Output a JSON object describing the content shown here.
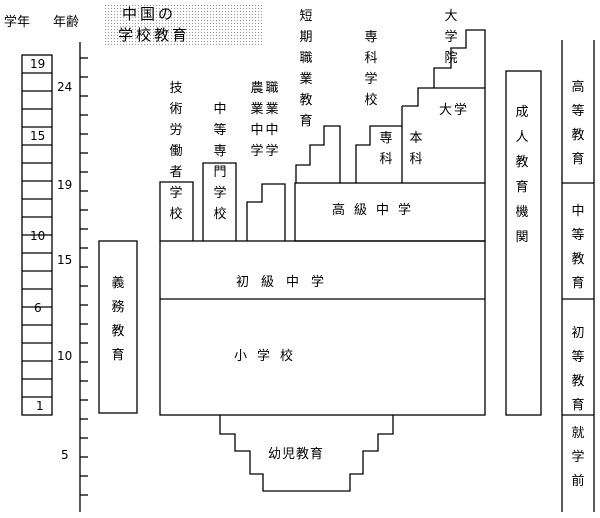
{
  "header": {
    "grade_label": "学年",
    "age_label": "年齢",
    "title_line1": "中国の",
    "title_line2": "学校教育"
  },
  "grade_ticks": [
    "19",
    "15",
    "10",
    "6",
    "1"
  ],
  "age_ticks": [
    "24",
    "19",
    "15",
    "10",
    "5"
  ],
  "schools": {
    "compulsory": "義務教育",
    "technical_worker": "技術労働者学校",
    "secondary_specialized": "中等専門学校",
    "vocational_agri": "農業中学",
    "vocational_ind": "職業中学",
    "short_vocational": "短期職業教育",
    "specialized_school": "専科学校",
    "graduate": "大学院",
    "university": "大学",
    "undergrad": "本科",
    "specialized": "専科",
    "senior_high": "高級中学",
    "junior_high": "初級中学",
    "primary": "小学校",
    "kindergarten": "幼児教育",
    "adult_education": "成人教育機関"
  },
  "levels": {
    "higher": "高等教育",
    "secondary": "中等教育",
    "primary": "初等教育",
    "preschool": "就学前"
  }
}
